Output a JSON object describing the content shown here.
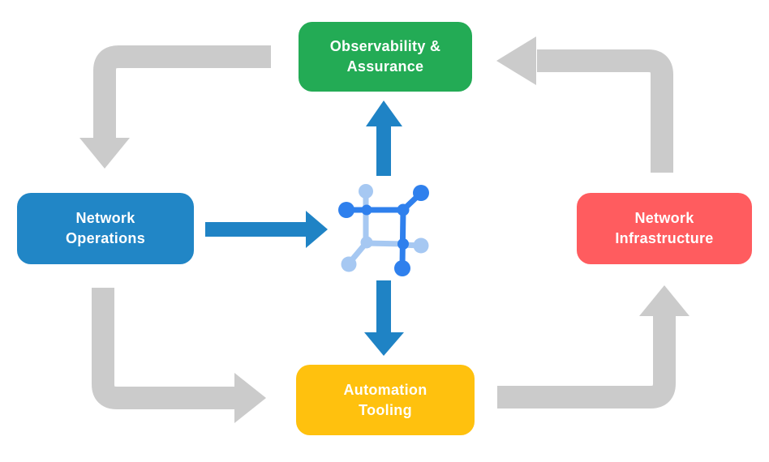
{
  "diagram": {
    "description": "Closed-loop network automation cycle with central network hub icon",
    "nodes": {
      "observability": {
        "line1": "Observability &",
        "line2": "Assurance",
        "color": "#23AB55"
      },
      "operations": {
        "line1": "Network",
        "line2": "Operations",
        "color": "#2186C6"
      },
      "infrastructure": {
        "line1": "Network",
        "line2": "Infrastructure",
        "color": "#FF5C5F"
      },
      "automation": {
        "line1": "Automation",
        "line2": "Tooling",
        "color": "#FFC10E"
      }
    },
    "cycle_arrows": [
      {
        "from": "observability",
        "to": "operations"
      },
      {
        "from": "operations",
        "to": "automation"
      },
      {
        "from": "automation",
        "to": "infrastructure"
      },
      {
        "from": "infrastructure",
        "to": "observability"
      }
    ],
    "hub_arrows": [
      {
        "from": "operations",
        "to": "center-icon"
      },
      {
        "from": "center-icon",
        "to": "observability"
      },
      {
        "from": "center-icon",
        "to": "automation"
      }
    ],
    "center_icon": "network-mesh-icon",
    "colors": {
      "arrow_gray": "#CBCBCB",
      "arrow_blue": "#1F83C5",
      "icon_dark": "#2F80ED",
      "icon_light": "#A6C8F2",
      "label_text": "#FFFFFF",
      "background": "#FFFFFF"
    }
  }
}
